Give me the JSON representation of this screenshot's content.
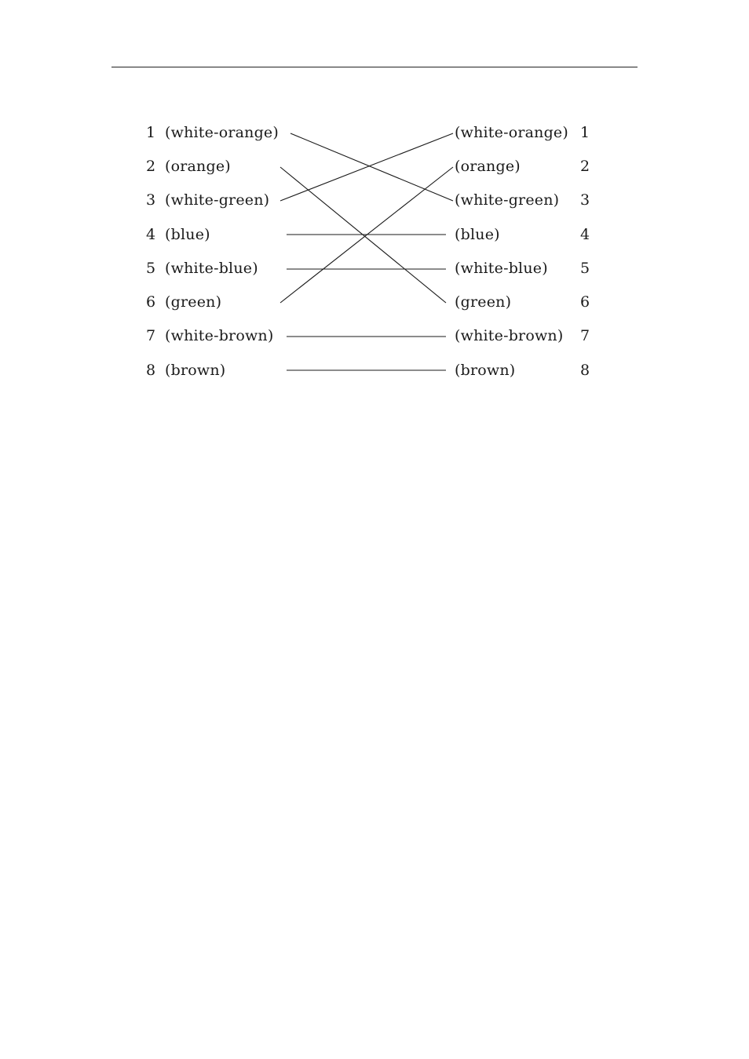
{
  "left_pins": [
    {
      "num": "1",
      "label": "(white-orange)"
    },
    {
      "num": "2",
      "label": "(orange)"
    },
    {
      "num": "3",
      "label": "(white-green)"
    },
    {
      "num": "4",
      "label": "(blue)"
    },
    {
      "num": "5",
      "label": "(white-blue)"
    },
    {
      "num": "6",
      "label": "(green)"
    },
    {
      "num": "7",
      "label": "(white-brown)"
    },
    {
      "num": "8",
      "label": "(brown)"
    }
  ],
  "right_pins": [
    {
      "num": "1",
      "label": "(white-orange)"
    },
    {
      "num": "2",
      "label": "(orange)"
    },
    {
      "num": "3",
      "label": "(white-green)"
    },
    {
      "num": "4",
      "label": "(blue)"
    },
    {
      "num": "5",
      "label": "(white-blue)"
    },
    {
      "num": "6",
      "label": "(green)"
    },
    {
      "num": "7",
      "label": "(white-brown)"
    },
    {
      "num": "8",
      "label": "(brown)"
    }
  ],
  "connections": [
    {
      "from": 1,
      "to": 3
    },
    {
      "from": 2,
      "to": 6
    },
    {
      "from": 3,
      "to": 1
    },
    {
      "from": 4,
      "to": 4
    },
    {
      "from": 5,
      "to": 5
    },
    {
      "from": 6,
      "to": 2
    },
    {
      "from": 7,
      "to": 7
    },
    {
      "from": 8,
      "to": 8
    }
  ]
}
